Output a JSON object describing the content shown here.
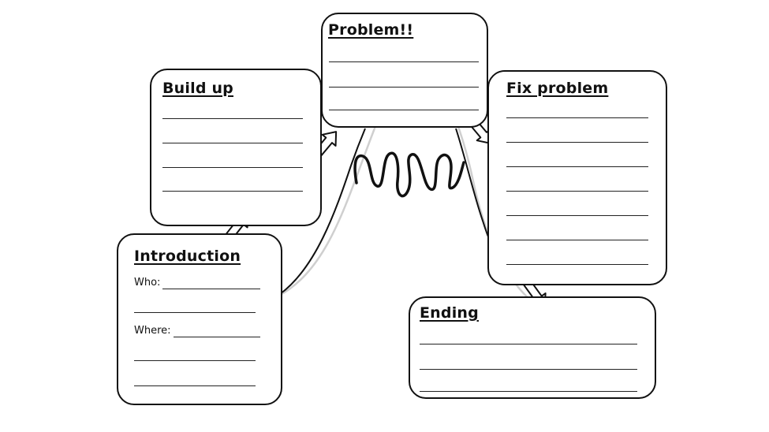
{
  "diagram": {
    "boxes": {
      "introduction": {
        "title": "Introduction",
        "who_label": "Who:",
        "where_label": "Where:"
      },
      "build_up": {
        "title": "Build up"
      },
      "problem": {
        "title": "Problem!!"
      },
      "fix_problem": {
        "title": "Fix problem"
      },
      "ending": {
        "title": "Ending"
      }
    },
    "colors": {
      "outline": "#111111",
      "story_curve": "#cfcfcf",
      "background": "#ffffff"
    }
  }
}
